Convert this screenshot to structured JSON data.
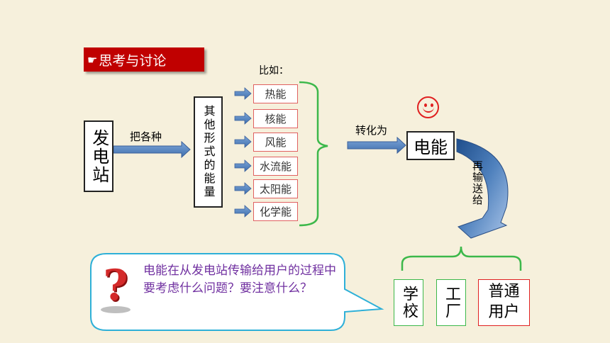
{
  "header": {
    "icon": "pointing-hand-icon",
    "title": "思考与讨论"
  },
  "example_label": "比如：",
  "power_station": "发电站",
  "arrow_label_1": "把各种",
  "other_forms": "其他形式的能量",
  "energies": [
    "热能",
    "核能",
    "风能",
    "水流能",
    "太阳能",
    "化学能"
  ],
  "arrow_label_2": "转化为",
  "electric": "电能",
  "smiley": "smiley-face-icon",
  "arrow_label_3": "再输送给",
  "users": [
    "学校",
    "工厂",
    "普通用户"
  ],
  "question": "电能在从发电站传输给用户的过程中要考虑什么问题？要注意什么？",
  "colors": {
    "header_bg": "#c00000",
    "bracket": "#3cb84a",
    "arrow": "#4f81bd",
    "bubble_border": "#2eb0d8",
    "question_text": "#7030a0",
    "smiley": "#e02020"
  }
}
